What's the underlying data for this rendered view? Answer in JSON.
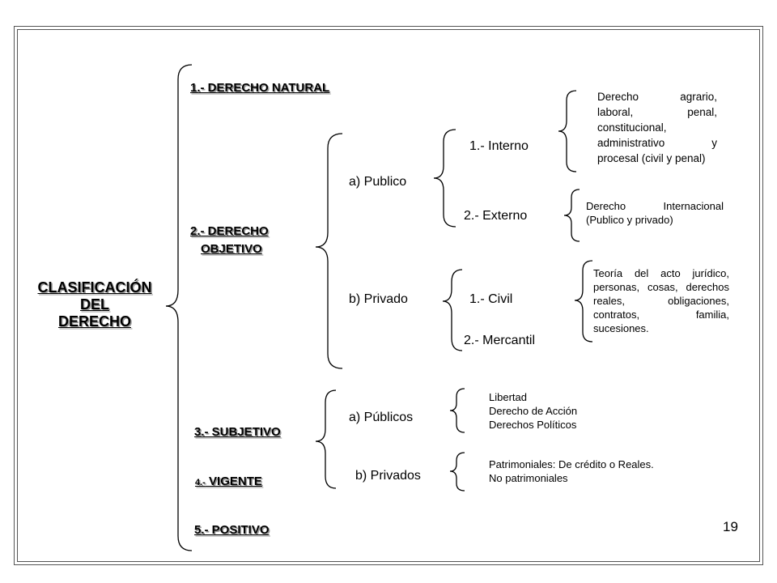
{
  "title": {
    "line1": "CLASIFICACIÓN",
    "line2": "DEL",
    "line3": "DERECHO"
  },
  "categories": {
    "natural": "1.- DERECHO NATURAL",
    "objetivo_line1": "2.- DERECHO",
    "objetivo_line2": "OBJETIVO",
    "subjetivo": "3.- SUBJETIVO",
    "vigente_num": "4.-",
    "vigente_label": "VIGENTE",
    "positivo": "5.- POSITIVO"
  },
  "objetivo": {
    "publico": "a) Publico",
    "privado": "b) Privado",
    "interno": "1.- Interno",
    "externo": "2.- Externo",
    "civil": "1.- Civil",
    "mercantil": "2.- Mercantil",
    "interno_desc": "Derecho agrario, laboral, penal, constitucional, administrativo y procesal (civil y penal)",
    "externo_desc": "Derecho Internacional (Publico y privado)",
    "civil_desc": "Teoría del acto jurídico, personas, cosas, derechos reales, obligaciones, contratos, familia, sucesiones."
  },
  "subjetivo": {
    "publicos": "a) Públicos",
    "privados": "b) Privados",
    "publicos_items": [
      "Libertad",
      "Derecho de Acción",
      "Derechos Políticos"
    ],
    "privados_items": [
      "Patrimoniales: De crédito o Reales.",
      "No patrimoniales"
    ]
  },
  "page_number": "19"
}
